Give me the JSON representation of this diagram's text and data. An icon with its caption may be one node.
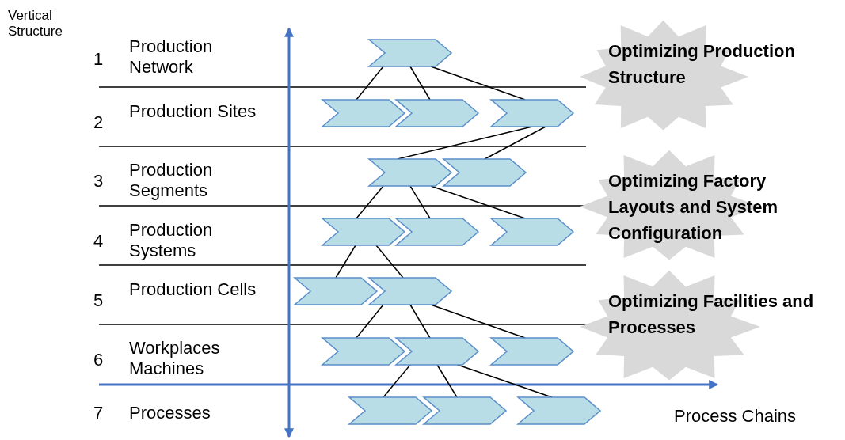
{
  "diagram": {
    "nodes": [
      {
        "text": [],
        "shape": "chevron"
      },
      {
        "text": [],
        "shape": "chevron"
      },
      {
        "text": [],
        "shape": "chevron"
      },
      {
        "text": [],
        "shape": "chevron"
      },
      {
        "text": [],
        "shape": "chevron"
      },
      {
        "text": [],
        "shape": "chevron"
      },
      {
        "text": [],
        "shape": "chevron"
      },
      {
        "text": [],
        "shape": "chevron"
      },
      {
        "text": [],
        "shape": "chevron"
      },
      {
        "text": [],
        "shape": "chevron"
      },
      {
        "text": [],
        "shape": "chevron"
      },
      {
        "text": [],
        "shape": "chevron"
      },
      {
        "text": [],
        "shape": "chevron"
      },
      {
        "text": [],
        "shape": "chevron"
      },
      {
        "text": [],
        "shape": "chevron"
      },
      {
        "text": [],
        "shape": "chevron"
      },
      {
        "text": [],
        "shape": "chevron"
      },
      {
        "text": [
          "Optimizing Production Structure"
        ]
      },
      {
        "text": [
          "Optimizing Factory Layouts and System Configuration"
        ]
      },
      {
        "text": [
          "Optimizing Facilities and Processes"
        ]
      }
    ],
    "edges": [
      {
        "from": 0,
        "to": 1,
        "arrow": "none"
      },
      {
        "from": 0,
        "to": 2,
        "arrow": "none"
      },
      {
        "from": 0,
        "to": 3,
        "arrow": "none"
      },
      {
        "from": 3,
        "to": 4,
        "arrow": "none"
      },
      {
        "from": 3,
        "to": 5,
        "arrow": "none"
      },
      {
        "from": 4,
        "to": 6,
        "arrow": "none"
      },
      {
        "from": 4,
        "to": 7,
        "arrow": "none"
      },
      {
        "from": 4,
        "to": 8,
        "arrow": "none"
      },
      {
        "from": 6,
        "to": 9,
        "arrow": "none"
      },
      {
        "from": 6,
        "to": 10,
        "arrow": "none"
      },
      {
        "from": 10,
        "to": 11,
        "arrow": "none"
      },
      {
        "from": 10,
        "to": 12,
        "arrow": "none"
      },
      {
        "from": 10,
        "to": 13,
        "arrow": "none"
      },
      {
        "from": 12,
        "to": 14,
        "arrow": "none"
      },
      {
        "from": 12,
        "to": 15,
        "arrow": "none"
      },
      {
        "from": 12,
        "to": 16,
        "arrow": "none"
      }
    ],
    "labels": [
      "Vertical Structure",
      "1",
      "Production Network",
      "2",
      "Production Sites",
      "3",
      "Production Segments",
      "4",
      "Production Systems",
      "5",
      "Production Cells",
      "6",
      "Workplaces Machines",
      "7",
      "Processes",
      "Process Chains"
    ]
  }
}
